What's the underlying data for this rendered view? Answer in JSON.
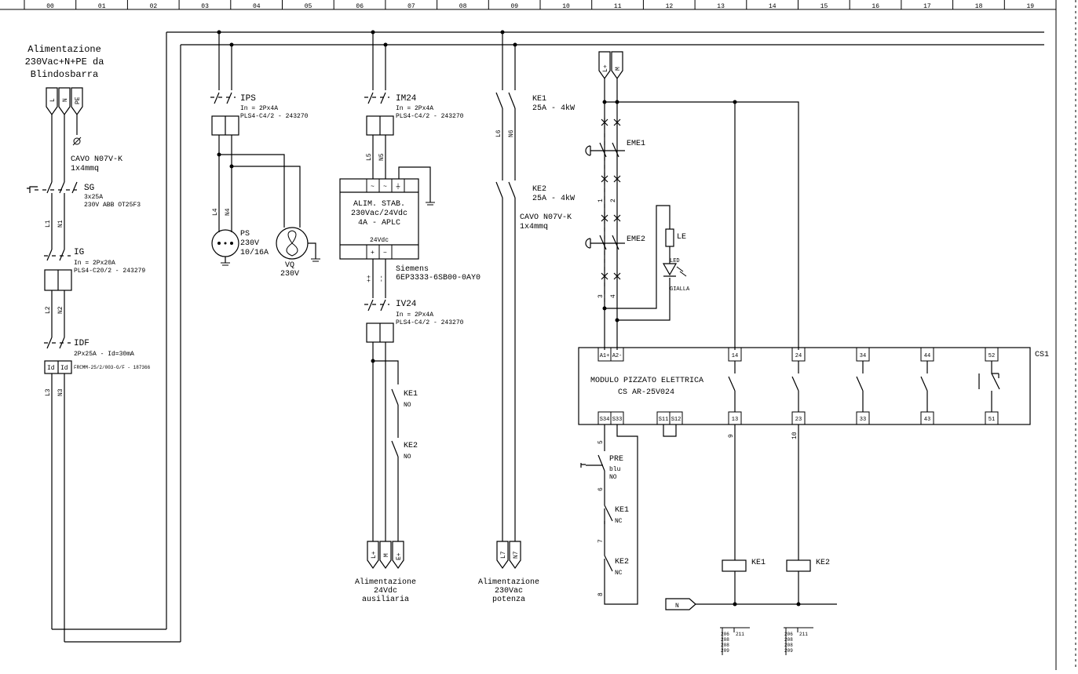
{
  "columns": [
    "00",
    "01",
    "02",
    "03",
    "04",
    "05",
    "06",
    "07",
    "08",
    "09",
    "10",
    "11",
    "12",
    "13",
    "14",
    "15",
    "16",
    "17",
    "18",
    "19"
  ],
  "supply_main": {
    "line1": "Alimentazione",
    "line2": "230Vac+N+PE da",
    "line3": "Blindosbarra",
    "terms": [
      "L",
      "N",
      "PE"
    ]
  },
  "cable1": {
    "name": "CAVO N07V-K",
    "spec": "1x4mmq"
  },
  "sg": {
    "tag": "SG",
    "l1": "3x25A",
    "l2": "230V ABB OT25F3"
  },
  "ig": {
    "tag": "IG",
    "l1": "In = 2Px20A",
    "l2": "PLS4-C20/2 - 243279"
  },
  "idf": {
    "tag": "IDF",
    "l1": "2Px25A - Id=30mA",
    "l2": "FRCMM-25/2/003-G/F - 187366",
    "sym": "Id"
  },
  "ips": {
    "tag": "IPS",
    "l1": "In = 2Px4A",
    "l2": "PLS4-C4/2 - 243270"
  },
  "im24": {
    "tag": "IM24",
    "l1": "In = 2Px4A",
    "l2": "PLS4-C4/2 - 243270"
  },
  "iv24": {
    "tag": "IV24",
    "l1": "In = 2Px4A",
    "l2": "PLS4-C4/2 - 243270"
  },
  "wires": {
    "L1": "L1",
    "N1": "N1",
    "L2": "L2",
    "N2": "N2",
    "L3": "L3",
    "N3": "N3",
    "L4": "L4",
    "N4": "N4",
    "L5": "L5",
    "N5": "N5",
    "L6": "L6",
    "N6": "N6",
    "pp": "++",
    "mm": "--"
  },
  "ps": {
    "tag": "PS",
    "l1": "230V",
    "l2": "10/16A"
  },
  "vq": {
    "tag": "VQ",
    "l1": "230V"
  },
  "psu": {
    "l1": "ALIM. STAB.",
    "l2": "230Vac/24Vdc",
    "l3": "4A - APLC",
    "l4": "24Vdc",
    "in": [
      "~",
      "~",
      "⏚"
    ],
    "out": [
      "+",
      "−"
    ],
    "brand": "Siemens",
    "code": "6EP3333-6SB00-0AY0"
  },
  "ke1_power": {
    "tag": "KE1",
    "l1": "25A - 4kW"
  },
  "ke2_power": {
    "tag": "KE2",
    "l1": "25A - 4kW"
  },
  "cable2": {
    "name": "CAVO N07V-K",
    "spec": "1x4mmq"
  },
  "ke1_aux": {
    "tag": "KE1",
    "l1": "NO"
  },
  "ke2_aux": {
    "tag": "KE2",
    "l1": "NO"
  },
  "out24": {
    "terms": [
      "L+",
      "M",
      "E+"
    ],
    "l1": "Alimentazione",
    "l2": "24Vdc",
    "l3": "ausiliaria"
  },
  "out230": {
    "terms": [
      "L7",
      "N7"
    ],
    "l1": "Alimentazione",
    "l2": "230Vac",
    "l3": "potenza"
  },
  "ctrl": {
    "terms": [
      "L+",
      "M"
    ],
    "nums": [
      "1",
      "2",
      "3",
      "4",
      "5",
      "6",
      "7",
      "8",
      "9",
      "10"
    ]
  },
  "eme1": {
    "tag": "EME1"
  },
  "eme2": {
    "tag": "EME2"
  },
  "le": {
    "tag": "LE",
    "l1": "LED",
    "l2": "GIALLA"
  },
  "module": {
    "id": "CS1",
    "l1": "MODULO PIZZATO ELETTRICA",
    "l2": "CS AR-25V024",
    "top": [
      "A1+",
      "A2-",
      "14",
      "24",
      "34",
      "44",
      "52"
    ],
    "bottom": [
      "S34",
      "S33",
      "S11",
      "S12",
      "13",
      "23",
      "33",
      "43",
      "51"
    ]
  },
  "pre": {
    "tag": "PRE",
    "l1": "blu",
    "l2": "NO"
  },
  "ke1_nc": {
    "tag": "KE1",
    "l1": "NC"
  },
  "ke2_nc": {
    "tag": "KE2",
    "l1": "NC"
  },
  "coils": {
    "c1": "KE1",
    "c2": "KE2",
    "n": "N"
  },
  "xref": {
    "a": "206",
    "b": "211",
    "c": "208",
    "d": "208",
    "e": "209"
  }
}
